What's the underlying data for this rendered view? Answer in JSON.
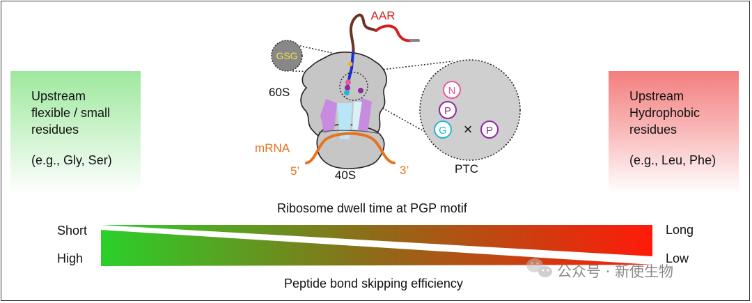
{
  "left_box": {
    "lines": [
      "Upstream",
      "flexible / small",
      "residues"
    ],
    "example": "(e.g., Gly, Ser)"
  },
  "right_box": {
    "lines": [
      "Upstream",
      "Hydrophobic",
      "residues"
    ],
    "example": "(e.g., Leu, Phe)"
  },
  "ribosome": {
    "aar": "AAR",
    "gsg": "GSG",
    "large_subunit": "60S",
    "small_subunit": "40S",
    "mrna": "mRNA",
    "five_prime": "5’",
    "three_prime": "3’",
    "ptc": "PTC",
    "ptc_residues": {
      "n": "N",
      "p1": "P",
      "g": "G",
      "x": "×",
      "p2": "P"
    }
  },
  "dwell": {
    "title": "Ribosome dwell time at PGP motif",
    "left": "Short",
    "right": "Long"
  },
  "skipping": {
    "title": "Peptide bond skipping efficiency",
    "left": "High",
    "right": "Low"
  },
  "watermark": "公众号 · 新使生物",
  "colors": {
    "green": "#2ad02a",
    "red": "#ff1a0a",
    "orange": "#e8731e",
    "aar_red": "#d41f1f",
    "purple": "#8e2a9e",
    "pink": "#e85a9a",
    "cyan": "#25b6d6"
  }
}
